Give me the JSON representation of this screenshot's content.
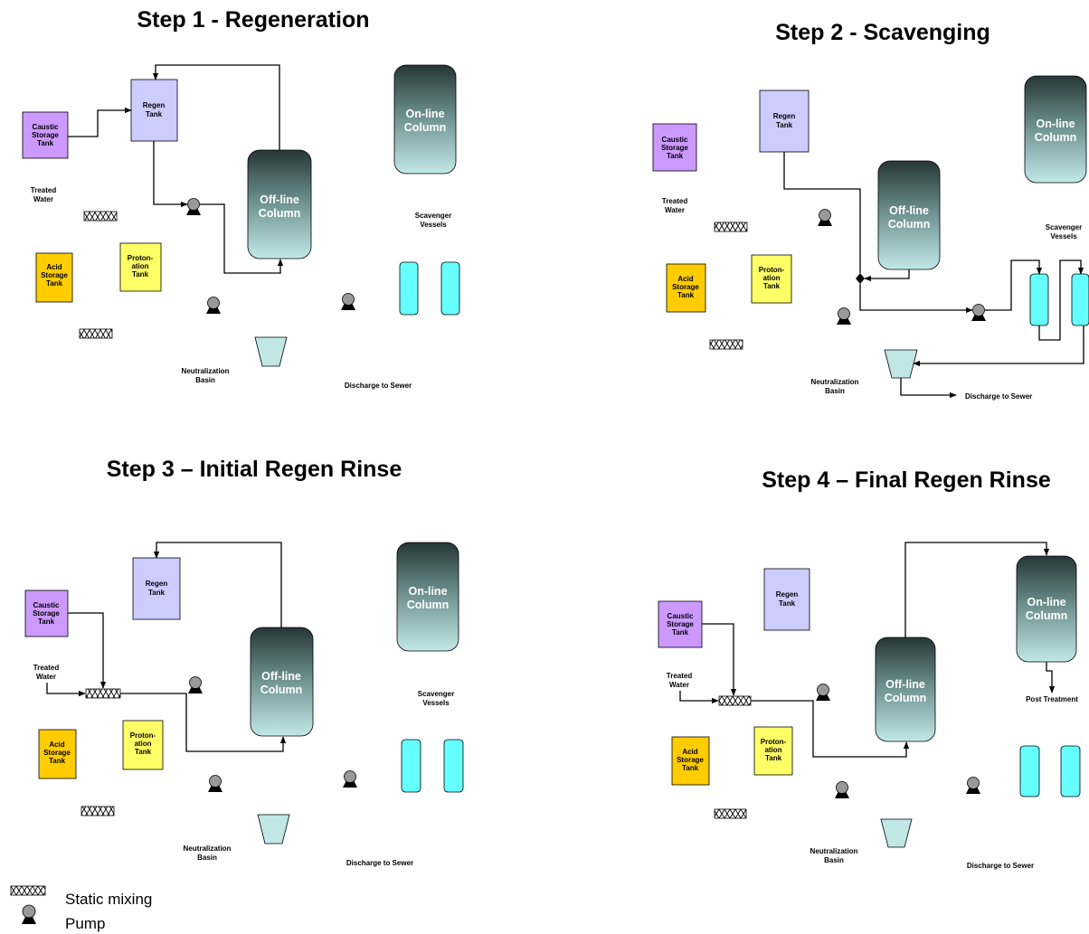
{
  "panels": [
    {
      "title": "Step 1 - Regeneration",
      "caustic": [
        "Caustic",
        "Storage",
        "Tank"
      ],
      "regen": [
        "Regen",
        "Tank"
      ],
      "treated_water": [
        "Treated",
        "Water"
      ],
      "acid": [
        "Acid",
        "Storage",
        "Tank"
      ],
      "protonation": [
        "Proton-",
        "ation",
        "Tank"
      ],
      "offline": [
        "Off-line",
        "Column"
      ],
      "online": [
        "On-line",
        "Column"
      ],
      "scavenger": [
        "Scavenger",
        "Vessels"
      ],
      "neutralization": [
        "Neutralization",
        "Basin"
      ],
      "discharge": "Discharge to Sewer"
    },
    {
      "title": "Step 2 - Scavenging",
      "caustic": [
        "Caustic",
        "Storage",
        "Tank"
      ],
      "regen": [
        "Regen",
        "Tank"
      ],
      "treated_water": [
        "Treated",
        "Water"
      ],
      "acid": [
        "Acid",
        "Storage",
        "Tank"
      ],
      "protonation": [
        "Proton-",
        "ation",
        "Tank"
      ],
      "offline": [
        "Off-line",
        "Column"
      ],
      "online": [
        "On-line",
        "Column"
      ],
      "scavenger": [
        "Scavenger",
        "Vessels"
      ],
      "neutralization": [
        "Neutralization",
        "Basin"
      ],
      "discharge": "Discharge to Sewer"
    },
    {
      "title": "Step 3 – Initial Regen Rinse",
      "caustic": [
        "Caustic",
        "Storage",
        "Tank"
      ],
      "regen": [
        "Regen",
        "Tank"
      ],
      "treated_water": [
        "Treated",
        "Water"
      ],
      "acid": [
        "Acid",
        "Storage",
        "Tank"
      ],
      "protonation": [
        "Proton-",
        "ation",
        "Tank"
      ],
      "offline": [
        "Off-line",
        "Column"
      ],
      "online": [
        "On-line",
        "Column"
      ],
      "scavenger": [
        "Scavenger",
        "Vessels"
      ],
      "neutralization": [
        "Neutralization",
        "Basin"
      ],
      "discharge": "Discharge to Sewer"
    },
    {
      "title": "Step 4 – Final Regen Rinse",
      "caustic": [
        "Caustic",
        "Storage",
        "Tank"
      ],
      "regen": [
        "Regen",
        "Tank"
      ],
      "treated_water": [
        "Treated",
        "Water"
      ],
      "acid": [
        "Acid",
        "Storage",
        "Tank"
      ],
      "protonation": [
        "Proton-",
        "ation",
        "Tank"
      ],
      "offline": [
        "Off-line",
        "Column"
      ],
      "online": [
        "On-line",
        "Column"
      ],
      "post_treatment": "Post Treatment",
      "neutralization": [
        "Neutralization",
        "Basin"
      ],
      "discharge": "Discharge to Sewer"
    }
  ],
  "legend": {
    "static_mixing": "Static mixing",
    "pump": "Pump"
  },
  "colors": {
    "caustic": "#cc99ff",
    "regen": "#ccccff",
    "acid": "#ffcc00",
    "protonation": "#ffff66",
    "scavenger": "#66ffff",
    "basin": "#c0e6e6",
    "column_top": "#2a3a3a",
    "column_bottom": "#bfe6e6"
  }
}
